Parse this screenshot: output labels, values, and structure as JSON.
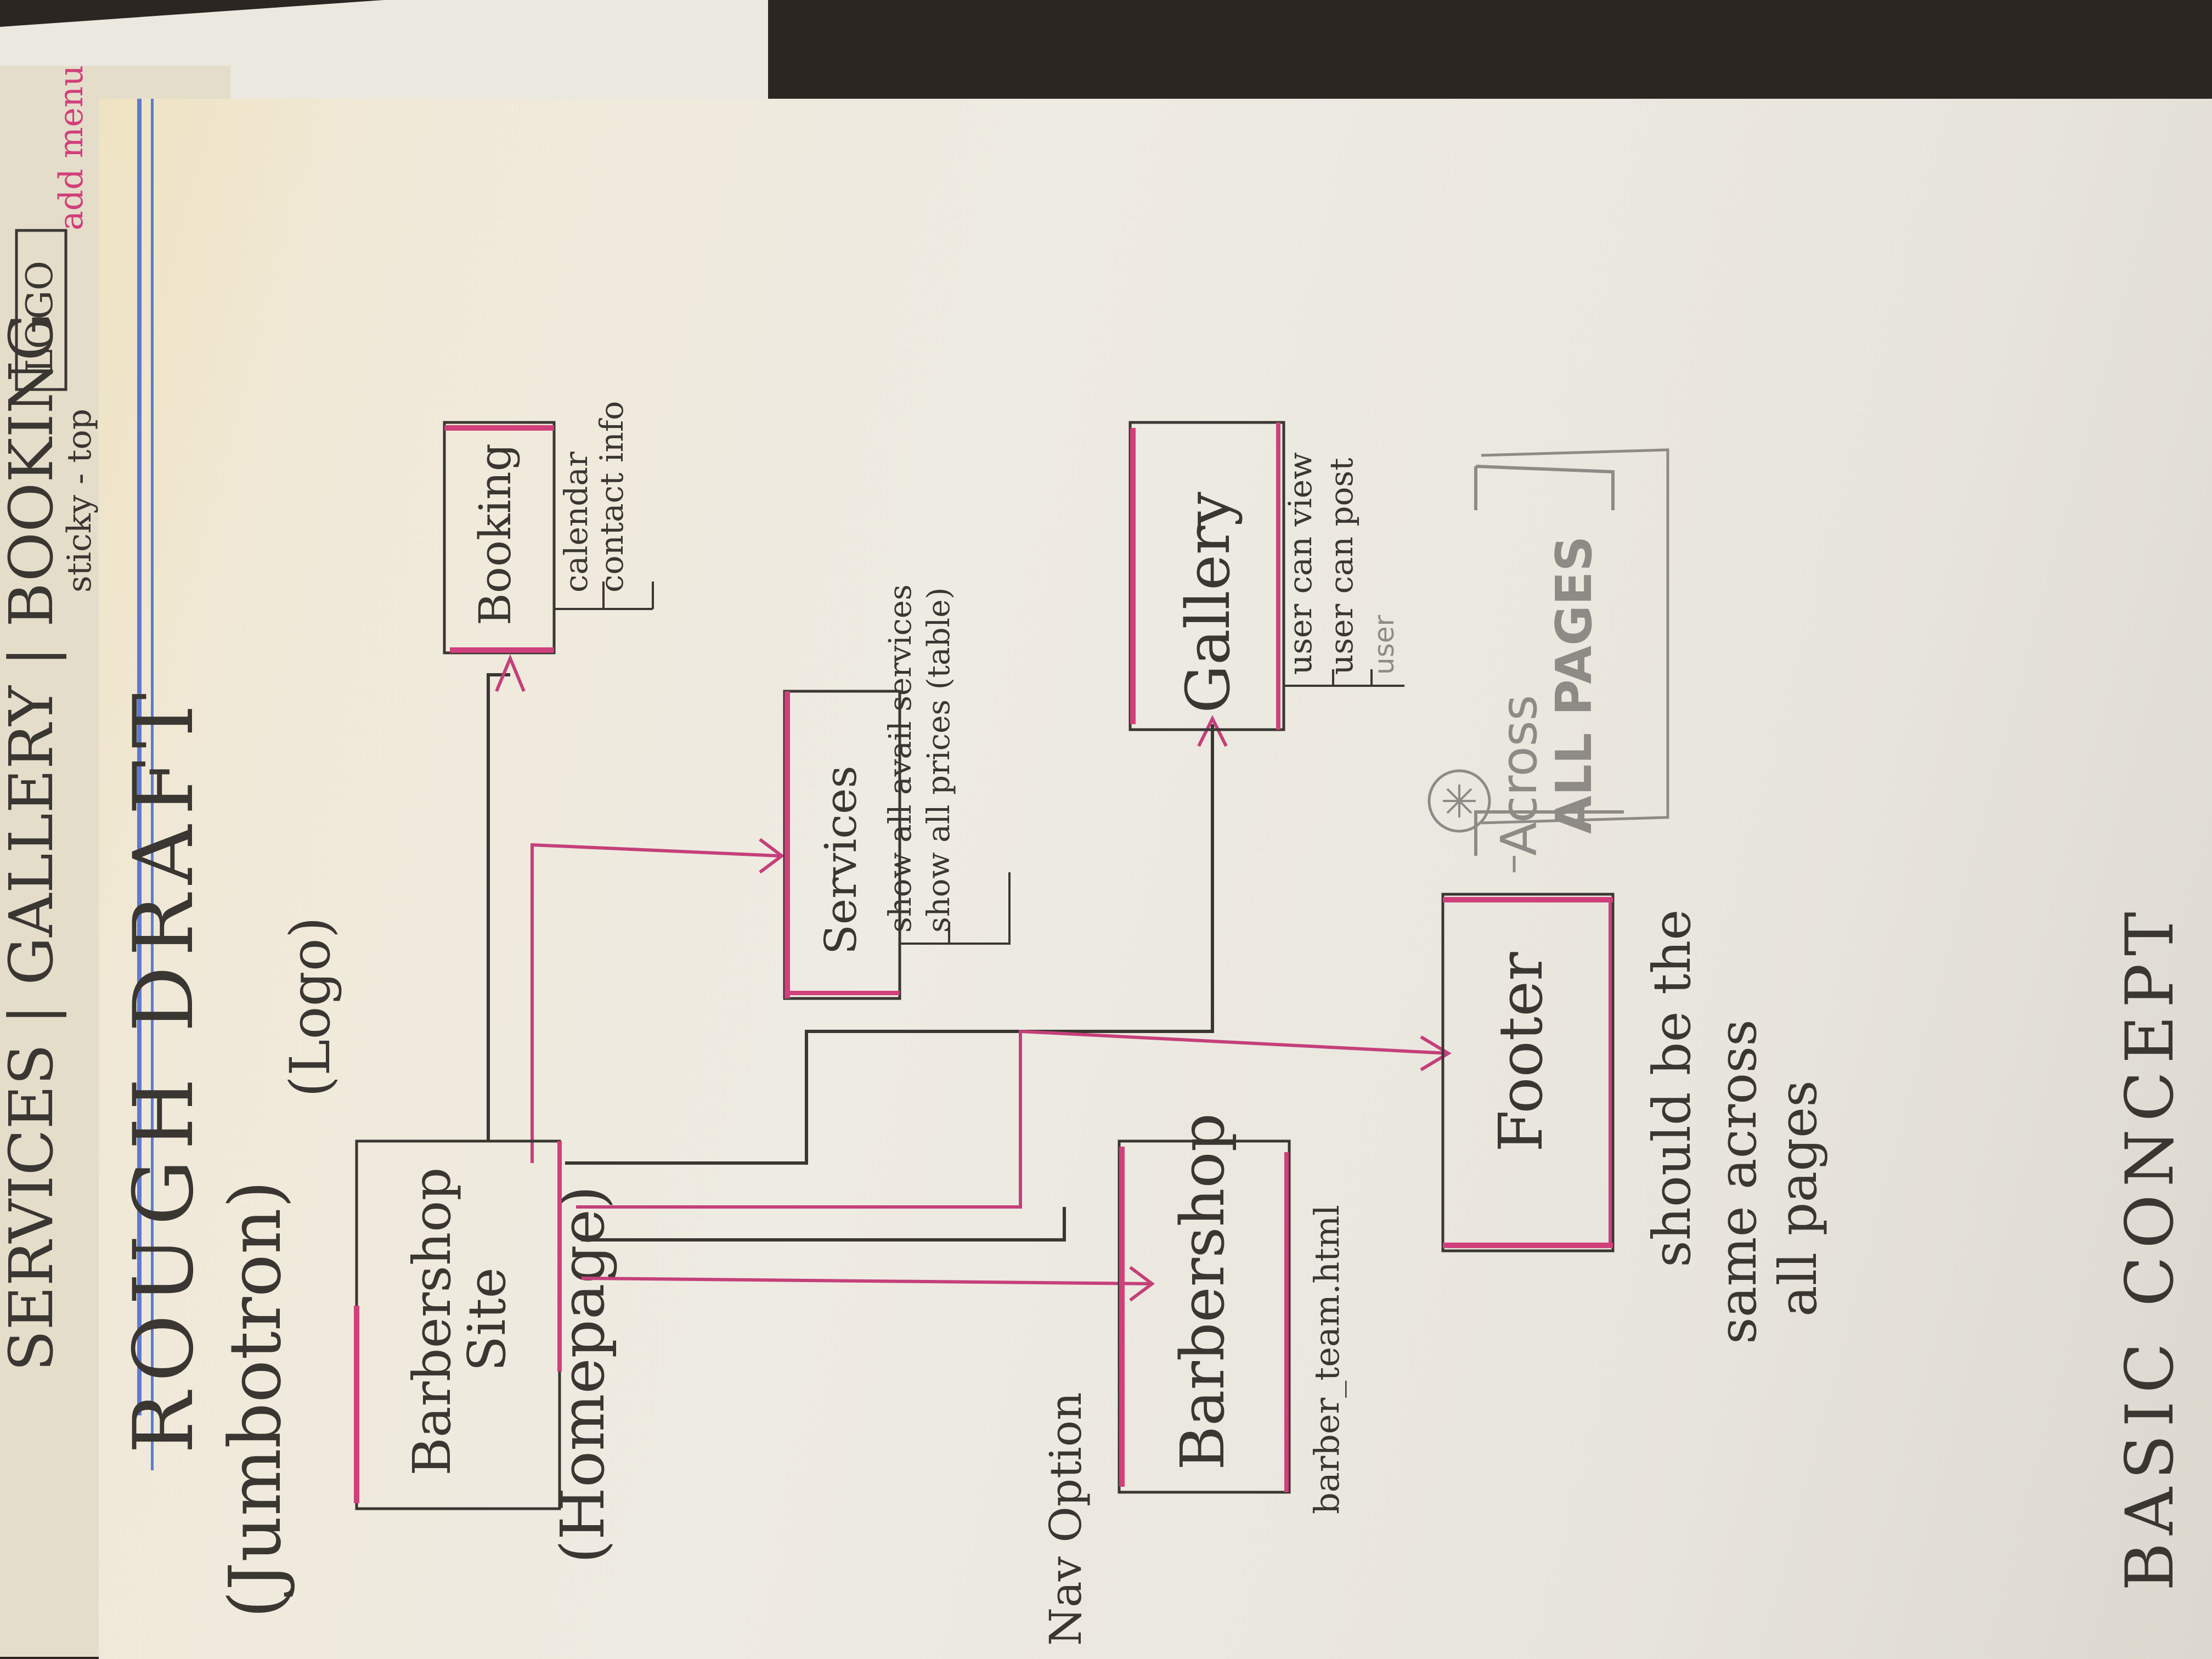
{
  "diagram": {
    "title": "ROUGH DRAFT",
    "corner_caption": "BASIC CONCEPT",
    "top_strip": {
      "nav": "SERVICES | GALLERY | BOOKING",
      "sticky_note": "sticky - top",
      "logo_box": "LOGO",
      "pink_note": "add menu"
    },
    "left_notes": {
      "jumbotron": "(Jumbotron)",
      "logo": "(Logo)",
      "homepage": "(Homepage)",
      "nav_option": "Nav Option"
    },
    "nodes": {
      "home": {
        "label_line1": "Barbershop",
        "label_line2": "Site"
      },
      "booking": {
        "label": "Booking",
        "notes": [
          "calendar",
          "contact info"
        ]
      },
      "services": {
        "label": "Services",
        "notes": [
          "show all avail services",
          "show all prices (table)"
        ]
      },
      "gallery": {
        "label": "Gallery",
        "notes": [
          "user can view",
          "user can post",
          "user"
        ]
      },
      "barbershop_team": {
        "label": "Barbershop",
        "file": "barber_team.html"
      },
      "footer": {
        "label": "Footer",
        "note_line1": "should be the",
        "note_line2": "same across",
        "note_line3": "all pages",
        "bracket_line1": "Across",
        "bracket_line2": "ALL PAGES"
      }
    },
    "colors": {
      "pink": "#d0407a",
      "ink": "#3a3632",
      "pencil": "#8e8b86",
      "blue": "#3a5fd0"
    }
  }
}
